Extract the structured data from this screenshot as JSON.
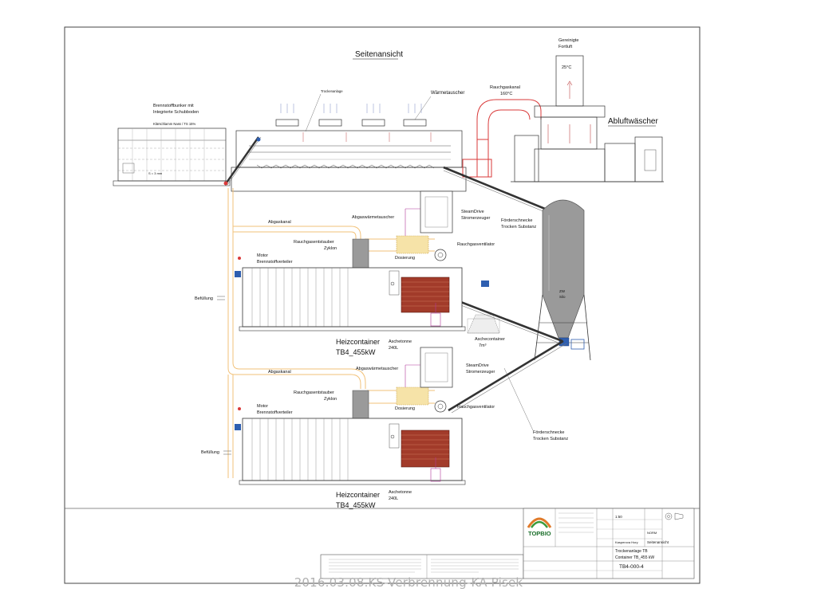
{
  "sheet": {
    "title": "Seitenansicht",
    "footer_caption": "2016.03.08.KS-Verbrennung-KA Pisek"
  },
  "labels": {
    "gereinigte": "Gereinigte",
    "fortluft": "Fortluft",
    "temp_out": "25°C",
    "rauchgaskanal": "Rauchgaskanal",
    "temp_rauch": "160°C",
    "abluftwascher": "Abluftwäscher",
    "trockenanlage": "Trockenanlage",
    "waermetauscher": "Wärmetauscher",
    "bunker_1": "Brennstoffbunker mit",
    "bunker_2": "Integrierte Schubboden",
    "bunker_3": "Klärschlamm Nass / TS 15%",
    "bunker_dim": "S = 3 mm",
    "foerder_top_1": "Förderschnecke",
    "foerder_top_2": "Trocken Substanz",
    "silo_1": "ZW",
    "silo_2": "Silo",
    "aschecontainer_1": "Aschecontainer",
    "aschecontainer_2": "7m³",
    "foerder_bot_1": "Förderschnecke",
    "foerder_bot_2": "Trocken Substanz",
    "unit1": {
      "abgaskanal": "Abgaskanal",
      "abgaswt": "Abgaswärmetauscher",
      "steam_1": "SteamDrive",
      "steam_2": "Stromerzeuger",
      "zyklon_1": "Rauchgasentstauber",
      "zyklon_2": "Zyklon",
      "ventilator": "Rauchgasventilator",
      "dosierung": "Dosierung",
      "motor_1": "Motor",
      "motor_2": "Brennstoffverteiler",
      "befuellung": "Befüllung",
      "heiz_1": "Heizcontainer",
      "heiz_2": "TB4_455kW",
      "asche_1": "Aschetonne",
      "asche_2": "240L"
    },
    "unit2": {
      "abgaskanal": "Abgaskanal",
      "abgaswt": "Abgaswärmetauscher",
      "steam_1": "SteamDrive",
      "steam_2": "Stromerzeuger",
      "zyklon_1": "Rauchgasentstauber",
      "zyklon_2": "Zyklon",
      "ventilator": "Rauchgasventilator",
      "dosierung": "Dosierung",
      "motor_1": "Motor",
      "motor_2": "Brennstoffverteiler",
      "befuellung": "Befüllung",
      "heiz_1": "Heizcontainer",
      "heiz_2": "TB4_455kW",
      "asche_1": "Aschetonne",
      "asche_2": "240L"
    }
  },
  "title_block": {
    "company": "TOPBIO",
    "scale": "1:50",
    "norm": "NORM",
    "view": "Seitenansicht",
    "name": "Kasperova Hory",
    "benennung_1": "Trockenanlage TB",
    "benennung_2": "Container TB_455 kW",
    "drawing_no": "TB4-000-4"
  },
  "colors": {
    "duct": "#f2c27a",
    "flue": "#d93a3a",
    "brick": "#a23b2a",
    "silo": "#9a9a9a",
    "blue": "#2f5fb0",
    "purple": "#b0389a",
    "frame": "#555555"
  }
}
